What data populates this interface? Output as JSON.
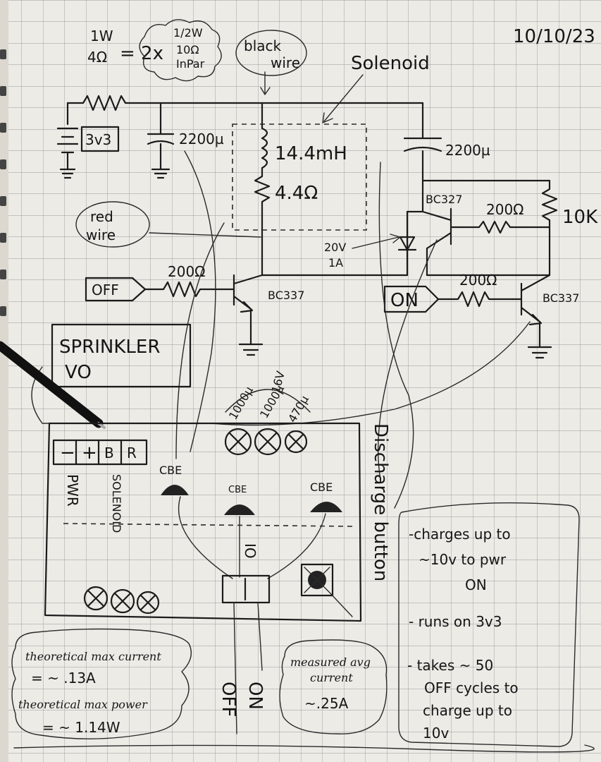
{
  "date": "10/10/23",
  "resistor_spec": {
    "main": [
      "1W",
      "4Ω"
    ],
    "equiv": "= 2x",
    "cloud": [
      "1/2W",
      "10Ω",
      "InPar"
    ]
  },
  "labels": {
    "black_wire": [
      "black",
      "wire"
    ],
    "solenoid": "Solenoid",
    "supply": "3v3",
    "cap_left": "2200µ",
    "cap_right": "2200µ",
    "inductance": "14.4mH",
    "coil_resistance": "4.4Ω",
    "red_wire": [
      "red",
      "wire"
    ],
    "diode_rating": [
      "20V",
      "1A"
    ],
    "pnp": "BC327",
    "r_200_top": "200Ω",
    "r_10k": "10K",
    "off_port": "OFF",
    "on_port": "ON",
    "r_200_off": "200Ω",
    "r_200_on": "200Ω",
    "npn_left": "BC337",
    "npn_right": "BC337"
  },
  "board": {
    "sprinkler_box": "SPRINKLER",
    "sprinkler_sub": "VO",
    "terminals": [
      "−",
      "+",
      "B",
      "R"
    ],
    "pwr": "PWR",
    "solenoid": "SOLENOID",
    "caps": [
      "1000µ",
      "1000µ",
      "470µ",
      "16V"
    ],
    "transistor_pins": [
      "CBE",
      "CBE",
      "CBE"
    ],
    "switch": "IO",
    "discharge": "Discharge button",
    "switch_off": "OFF",
    "switch_on": "ON"
  },
  "notes": {
    "current": [
      "theoretical max current",
      "= ~ .13A",
      "theoretical max power",
      "= ~ 1.14W"
    ],
    "measured": [
      "measured avg",
      "current",
      "~.25A"
    ],
    "list": [
      [
        "-charges up to",
        "~10v to pwr",
        "ON"
      ],
      [
        "- runs on 3v3"
      ],
      [
        "- takes ~ 50",
        "OFF cycles to",
        "charge up to",
        "10v"
      ]
    ]
  }
}
